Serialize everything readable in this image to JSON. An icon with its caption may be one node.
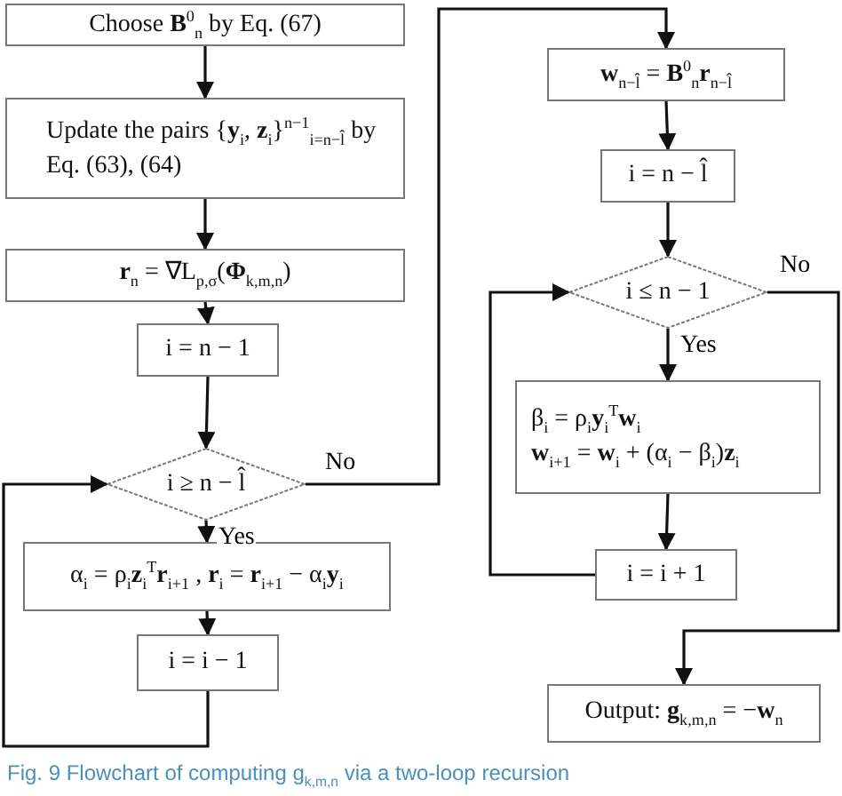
{
  "diagram": {
    "caption": "Fig. 9  Flowchart of computing g$_{k,m,n}$ via a two-loop recursion",
    "nodes": [
      {
        "text": [
          "Choose **B**$^{0}$$_{n}$ by Eq. (67)"
        ]
      },
      {
        "text": [
          "Update the pairs {**y**$_{i}$, **z**$_{i}$}$^{n−1}$$_{i=n−l̂}$ by Eq. (63), (64)"
        ]
      },
      {
        "text": [
          "**r**$_{n}$ = ∇L$_{p,σ}$(**Φ**$_{k,m,n}$)"
        ]
      },
      {
        "text": [
          "i = n − 1"
        ]
      },
      {
        "text": [
          "i ≥ n − l̂"
        ]
      },
      {
        "text": [
          "α$_{i}$ = ρ$_{i}$**z**$_{i}$$^{T}$**r**$_{i+1}$ , **r**$_{i}$ = **r**$_{i+1}$ − α$_{i}$**y**$_{i}$"
        ]
      },
      {
        "text": [
          "i = i − 1"
        ]
      },
      {
        "text": [
          "**w**$_{n−l̂}$ = **B**$^{0}$$_{n}$**r**$_{n−l̂}$"
        ]
      },
      {
        "text": [
          "i = n − l̂"
        ]
      },
      {
        "text": [
          "i ≤ n − 1"
        ]
      },
      {
        "text": [
          "β$_{i}$ = ρ$_{i}$**y**$_{i}$$^{T}$**w**$_{i}$",
          "**w**$_{i+1}$ = **w**$_{i}$ + (α$_{i}$ − β$_{i}$)**z**$_{i}$"
        ]
      },
      {
        "text": [
          "i = i + 1"
        ]
      },
      {
        "text": [
          "Output: **g**$_{k,m,n}$ = −**w**$_{n}$"
        ]
      }
    ],
    "edges": [
      {
        "from": 0,
        "to": 1,
        "arrow": "to"
      },
      {
        "from": 1,
        "to": 2,
        "arrow": "to"
      },
      {
        "from": 2,
        "to": 3,
        "arrow": "to"
      },
      {
        "from": 3,
        "to": 4,
        "arrow": "to"
      },
      {
        "from": 4,
        "to": 5,
        "arrow": "to",
        "label": "Yes"
      },
      {
        "from": 5,
        "to": 6,
        "arrow": "to"
      },
      {
        "from": 6,
        "to": 4,
        "arrow": "to"
      },
      {
        "from": 4,
        "to": 7,
        "arrow": "to",
        "label": "No"
      },
      {
        "from": 7,
        "to": 8,
        "arrow": "to"
      },
      {
        "from": 8,
        "to": 9,
        "arrow": "to"
      },
      {
        "from": 9,
        "to": 10,
        "arrow": "to",
        "label": "Yes"
      },
      {
        "from": 10,
        "to": 11,
        "arrow": "to"
      },
      {
        "from": 11,
        "to": 9,
        "arrow": "to"
      },
      {
        "from": 9,
        "to": 12,
        "arrow": "to",
        "label": "No"
      }
    ]
  }
}
